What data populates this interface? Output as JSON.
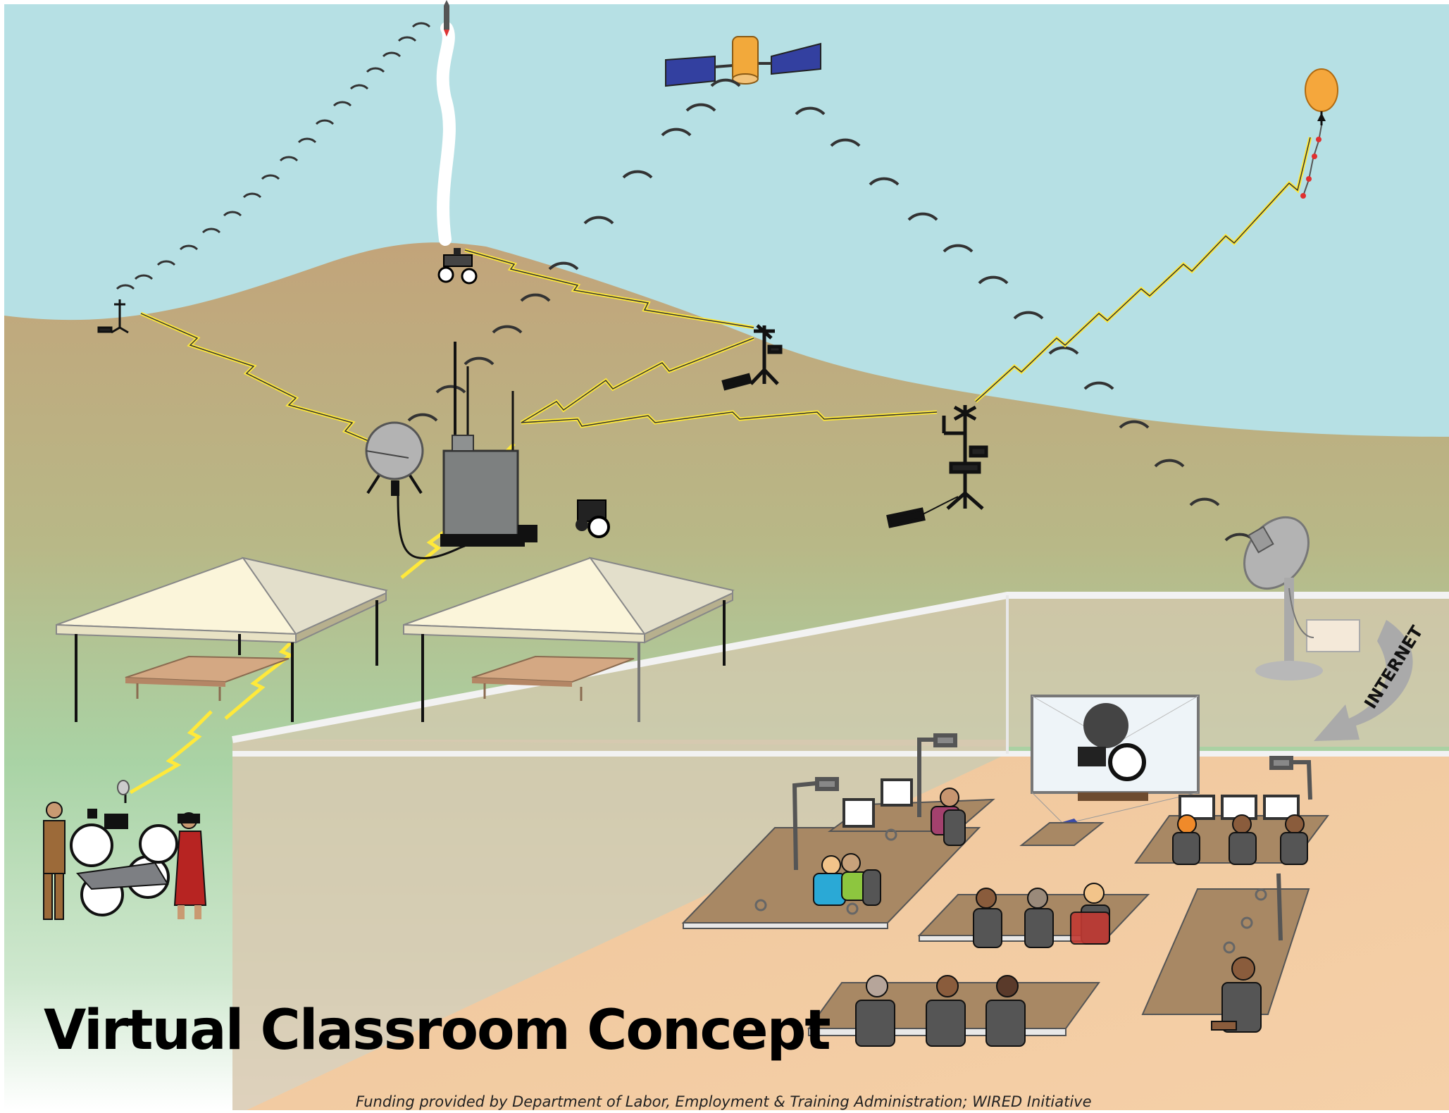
{
  "title": "Virtual Classroom Concept",
  "funding": "Funding provided by Department of Labor, Employment & Training Administration; WIRED Initiative",
  "internet_label": "INTERNET",
  "colors": {
    "sky": "#b6e0e4",
    "hill_top": "#c4a77c",
    "grass": "#a8d6a6",
    "floor": "#f0c9a0",
    "lightning": "#ffe93a",
    "satellite_panel": "#3340a0",
    "satellite_body": "#f2a93b",
    "balloon": "#f5a73c"
  },
  "icons": [
    "rocket-icon",
    "satellite-icon",
    "weather-balloon-icon",
    "radio-waves-icon",
    "lightning-link-icon",
    "weather-station-icon",
    "rover-icon",
    "satellite-dish-icon",
    "equipment-cabinet-icon",
    "tent-icon",
    "camera-crew-icon",
    "projection-screen-icon",
    "computer-monitor-icon",
    "student-icon",
    "desk-icon",
    "document-camera-icon"
  ]
}
